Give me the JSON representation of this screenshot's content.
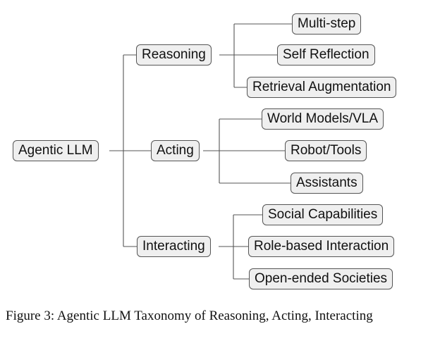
{
  "diagram": {
    "root": {
      "label": "Agentic LLM"
    },
    "branches": [
      {
        "label": "Reasoning",
        "children": [
          "Multi-step",
          "Self Reflection",
          "Retrieval Augmentation"
        ]
      },
      {
        "label": "Acting",
        "children": [
          "World Models/VLA",
          "Robot/Tools",
          "Assistants"
        ]
      },
      {
        "label": "Interacting",
        "children": [
          "Social Capabilities",
          "Role-based Interaction",
          "Open-ended Societies"
        ]
      }
    ]
  },
  "caption": "Figure 3: Agentic LLM Taxonomy of Reasoning, Acting, Interacting"
}
